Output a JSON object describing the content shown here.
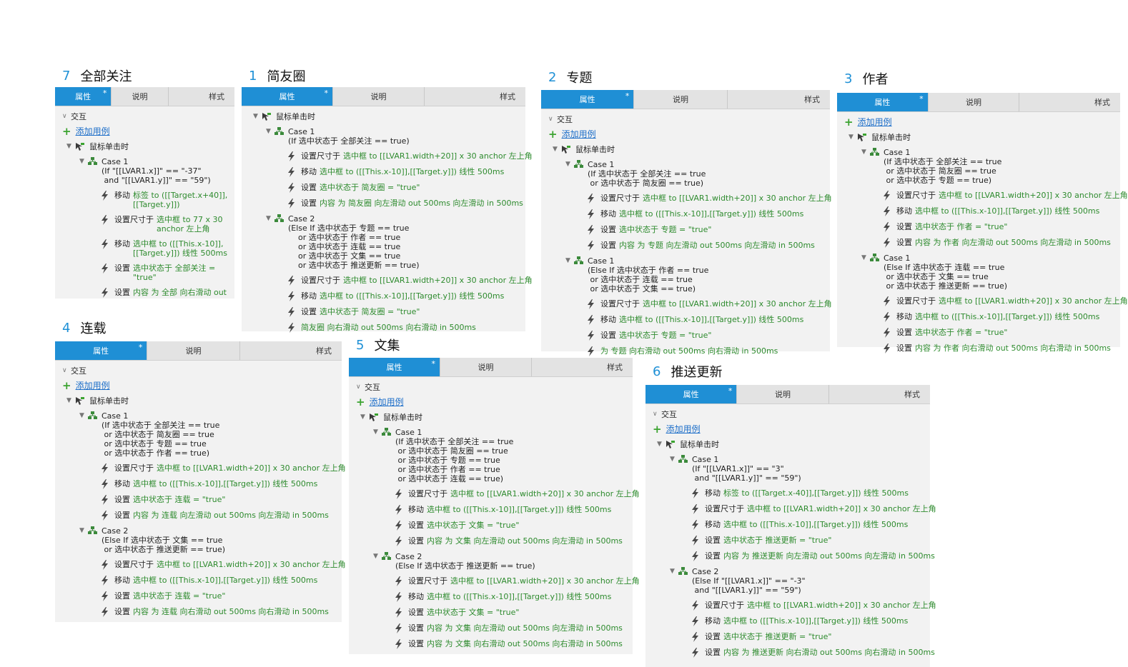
{
  "tabs": {
    "props": "属性",
    "notes": "说明",
    "style": "样式"
  },
  "interaction_label": "交互",
  "add_case_label": "添加用例",
  "event_label": "鼠标单击时",
  "panels": {
    "p7": {
      "num": "7",
      "name": "全部关注",
      "cases": [
        {
          "title": "Case 1",
          "condition": "(If \"[[LVAR1.x]]\" == \"-37\"\n and \"[[LVAR1.y]]\" == \"59\")",
          "actions": [
            {
              "verb": "移动",
              "detail": "标签 to ([[Target.x+40]],\n[[Target.y]])"
            },
            {
              "verb": "设置尺寸于",
              "detail": "选中框 to 77 x 30\nanchor 左上角"
            },
            {
              "verb": "移动",
              "detail": "选中框 to ([[This.x-10]],\n[[Target.y]]) 线性 500ms"
            },
            {
              "verb": "设置",
              "detail": "选中状态于 全部关注 =\n\"true\""
            },
            {
              "verb": "设置",
              "detail": "内容 为 全部 向右滑动 out"
            }
          ]
        }
      ]
    },
    "p1": {
      "num": "1",
      "name": "简友圈",
      "cases": [
        {
          "title": "Case 1",
          "condition": "(If 选中状态于 全部关注 == true)",
          "actions": [
            {
              "verb": "设置尺寸于",
              "detail": "选中框 to [[LVAR1.width+20]] x 30 anchor 左上角"
            },
            {
              "verb": "移动",
              "detail": "选中框 to ([[This.x-10]],[[Target.y]]) 线性 500ms"
            },
            {
              "verb": "设置",
              "detail": "选中状态于 简友圈 = \"true\""
            },
            {
              "verb": "设置",
              "detail": "内容 为 简友圈 向左滑动 out 500ms 向左滑动 in 500ms"
            }
          ]
        },
        {
          "title": "Case 2",
          "condition": "(Else If 选中状态于 专题 == true\n    or 选中状态于 作者 == true\n    or 选中状态于 连载 == true\n    or 选中状态于 文集 == true\n    or 选中状态于 推送更新 == true)",
          "actions": [
            {
              "verb": "设置尺寸于",
              "detail": "选中框 to [[LVAR1.width+20]] x 30 anchor 左上角"
            },
            {
              "verb": "移动",
              "detail": "选中框 to ([[This.x-10]],[[Target.y]]) 线性 500ms"
            },
            {
              "verb": "设置",
              "detail": "选中状态于 简友圈 = \"true\""
            },
            {
              "verb": "",
              "detail": "简友圈 向右滑动 out 500ms 向右滑动 in 500ms"
            }
          ]
        }
      ]
    },
    "p2": {
      "num": "2",
      "name": "专题",
      "cases": [
        {
          "title": "Case 1",
          "condition": "(If 选中状态于 全部关注 == true\n or 选中状态于 简友圈 == true)",
          "actions": [
            {
              "verb": "设置尺寸于",
              "detail": "选中框 to [[LVAR1.width+20]] x 30 anchor 左上角"
            },
            {
              "verb": "移动",
              "detail": "选中框 to ([[This.x-10]],[[Target.y]]) 线性 500ms"
            },
            {
              "verb": "设置",
              "detail": "选中状态于 专题 = \"true\""
            },
            {
              "verb": "设置",
              "detail": "内容 为 专题 向左滑动 out 500ms 向左滑动 in 500ms"
            }
          ]
        },
        {
          "title": "Case 1",
          "condition": "(Else If 选中状态于 作者 == true\n or 选中状态于 连载 == true\n or 选中状态于 文集 == true)",
          "actions": [
            {
              "verb": "设置尺寸于",
              "detail": "选中框 to [[LVAR1.width+20]] x 30 anchor 左上角"
            },
            {
              "verb": "移动",
              "detail": "选中框 to ([[This.x-10]],[[Target.y]]) 线性 500ms"
            },
            {
              "verb": "设置",
              "detail": "选中状态于 专题 = \"true\""
            },
            {
              "verb": "",
              "detail": "为 专题 向右滑动 out 500ms 向右滑动 in 500ms"
            }
          ]
        }
      ]
    },
    "p3": {
      "num": "3",
      "name": "作者",
      "cases": [
        {
          "title": "Case 1",
          "condition": "(If 选中状态于 全部关注 == true\n or 选中状态于 简友圈 == true\n or 选中状态于 专题 == true)",
          "actions": [
            {
              "verb": "设置尺寸于",
              "detail": "选中框 to [[LVAR1.width+20]] x 30 anchor 左上角"
            },
            {
              "verb": "移动",
              "detail": "选中框 to ([[This.x-10]],[[Target.y]]) 线性 500ms"
            },
            {
              "verb": "设置",
              "detail": "选中状态于 作者 = \"true\""
            },
            {
              "verb": "设置",
              "detail": "内容 为 作者 向左滑动 out 500ms 向左滑动 in 500ms"
            }
          ]
        },
        {
          "title": "Case 1",
          "condition": "(Else If 选中状态于 连载 == true\n or 选中状态于 文集 == true\n or 选中状态于 推送更新 == true)",
          "actions": [
            {
              "verb": "设置尺寸于",
              "detail": "选中框 to [[LVAR1.width+20]] x 30 anchor 左上角"
            },
            {
              "verb": "移动",
              "detail": "选中框 to ([[This.x-10]],[[Target.y]]) 线性 500ms"
            },
            {
              "verb": "设置",
              "detail": "选中状态于 作者 = \"true\""
            },
            {
              "verb": "设置",
              "detail": "内容 为 作者 向右滑动 out 500ms 向右滑动 in 500ms"
            }
          ]
        }
      ]
    },
    "p4": {
      "num": "4",
      "name": "连载",
      "cases": [
        {
          "title": "Case 1",
          "condition": "(If 选中状态于 全部关注 == true\n or 选中状态于 简友圈 == true\n or 选中状态于 专题 == true\n or 选中状态于 作者 == true)",
          "actions": [
            {
              "verb": "设置尺寸于",
              "detail": "选中框 to [[LVAR1.width+20]] x 30 anchor 左上角"
            },
            {
              "verb": "移动",
              "detail": "选中框 to ([[This.x-10]],[[Target.y]]) 线性 500ms"
            },
            {
              "verb": "设置",
              "detail": "选中状态于 连载 = \"true\""
            },
            {
              "verb": "设置",
              "detail": "内容 为 连载 向左滑动 out 500ms 向左滑动 in 500ms"
            }
          ]
        },
        {
          "title": "Case 2",
          "condition": "(Else If 选中状态于 文集 == true\n or 选中状态于 推送更新 == true)",
          "actions": [
            {
              "verb": "设置尺寸于",
              "detail": "选中框 to [[LVAR1.width+20]] x 30 anchor 左上角"
            },
            {
              "verb": "移动",
              "detail": "选中框 to ([[This.x-10]],[[Target.y]]) 线性 500ms"
            },
            {
              "verb": "设置",
              "detail": "选中状态于 连载 = \"true\""
            },
            {
              "verb": "设置",
              "detail": "内容 为 连载 向右滑动 out 500ms 向右滑动 in 500ms"
            }
          ]
        }
      ]
    },
    "p5": {
      "num": "5",
      "name": "文集",
      "cases": [
        {
          "title": "Case 1",
          "condition": "(If 选中状态于 全部关注 == true\n or 选中状态于 简友圈 == true\n or 选中状态于 专题 == true\n or 选中状态于 作者 == true\n or 选中状态于 连载 == true)",
          "actions": [
            {
              "verb": "设置尺寸于",
              "detail": "选中框 to [[LVAR1.width+20]] x 30 anchor 左上角"
            },
            {
              "verb": "移动",
              "detail": "选中框 to ([[This.x-10]],[[Target.y]]) 线性 500ms"
            },
            {
              "verb": "设置",
              "detail": "选中状态于 文集 = \"true\""
            },
            {
              "verb": "设置",
              "detail": "内容 为 文集 向左滑动 out 500ms 向左滑动 in 500ms"
            }
          ]
        },
        {
          "title": "Case 2",
          "condition": "(Else If 选中状态于 推送更新 == true)",
          "actions": [
            {
              "verb": "设置尺寸于",
              "detail": "选中框 to [[LVAR1.width+20]] x 30 anchor 左上角"
            },
            {
              "verb": "移动",
              "detail": "选中框 to ([[This.x-10]],[[Target.y]]) 线性 500ms"
            },
            {
              "verb": "设置",
              "detail": "选中状态于 文集 = \"true\""
            },
            {
              "verb": "设置",
              "detail": "内容 为 文集 向左滑动 out 500ms 向左滑动 in 500ms"
            },
            {
              "verb": "设置",
              "detail": "内容 为 文集 向右滑动 out 500ms 向右滑动 in 500ms"
            }
          ]
        }
      ]
    },
    "p6": {
      "num": "6",
      "name": "推送更新",
      "cases": [
        {
          "title": "Case 1",
          "condition": "(If \"[[LVAR1.x]]\" == \"3\"\n and \"[[LVAR1.y]]\" == \"59\")",
          "actions": [
            {
              "verb": "移动",
              "detail": "标签 to ([[Target.x-40]],[[Target.y]]) 线性 500ms"
            },
            {
              "verb": "设置尺寸于",
              "detail": "选中框 to [[LVAR1.width+20]] x 30 anchor 左上角"
            },
            {
              "verb": "移动",
              "detail": "选中框 to ([[This.x-10]],[[Target.y]]) 线性 500ms"
            },
            {
              "verb": "设置",
              "detail": "选中状态于 推送更新 = \"true\""
            },
            {
              "verb": "设置",
              "detail": "内容 为 推送更新 向左滑动 out 500ms 向左滑动 in 500ms"
            }
          ]
        },
        {
          "title": "Case 2",
          "condition": "(Else If \"[[LVAR1.x]]\" == \"-3\"\n and \"[[LVAR1.y]]\" == \"59\")",
          "actions": [
            {
              "verb": "设置尺寸于",
              "detail": "选中框 to [[LVAR1.width+20]] x 30 anchor 左上角"
            },
            {
              "verb": "移动",
              "detail": "选中框 to ([[This.x-10]],[[Target.y]]) 线性 500ms"
            },
            {
              "verb": "设置",
              "detail": "选中状态于 推送更新 = \"true\""
            },
            {
              "verb": "设置",
              "detail": "内容 为 推送更新 向右滑动 out 500ms 向右滑动 in 500ms"
            }
          ]
        }
      ]
    }
  },
  "colors": {
    "accent": "#1f8fd5",
    "action_green": "#2e8b2e",
    "add_green": "#3ba330",
    "link_blue": "#1e6fc9"
  }
}
